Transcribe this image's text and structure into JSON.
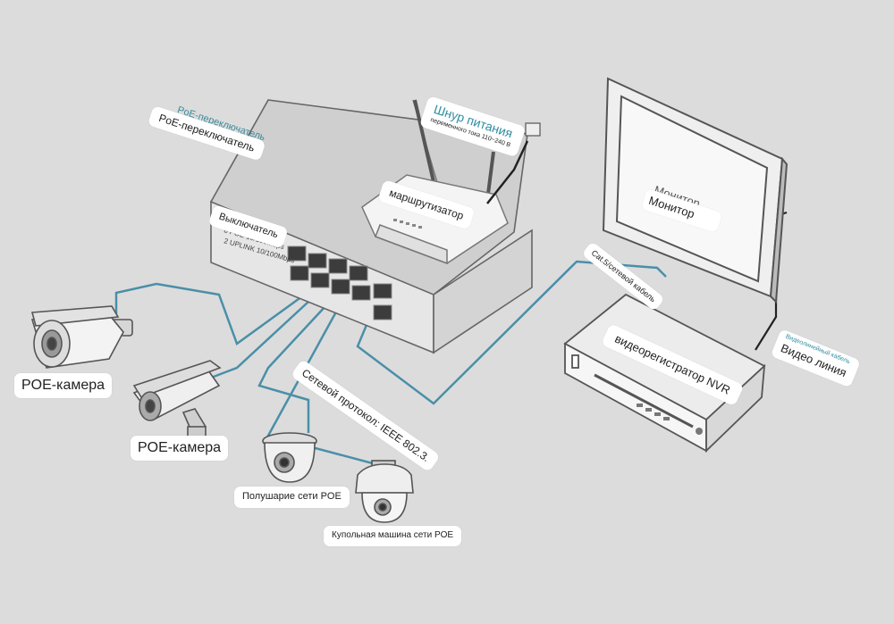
{
  "labels": {
    "poe_switch_small": "PoE-переключатель",
    "poe_switch": "PoE-переключатель",
    "switch": "Выключатель",
    "power_cord_title": "Шнур питания",
    "power_cord_sub": "переменного тока 110~240 В",
    "router": "маршрутизатор",
    "monitor_1": "Монитор",
    "monitor_2": "Монитор",
    "cat5": "Cat.5/сетевой кабель",
    "nvr": "видеорегистратор NVR",
    "video_cable_small": "Видеолинейный кабель",
    "video_line": "Видео линия",
    "protocol": "Сетевой протокол: IEEE 802.3.",
    "poe_camera_1": "POE-камера",
    "poe_camera_2": "POE-камера",
    "poe_hemisphere": "Полушарие сети POE",
    "poe_dome": "Купольная машина сети POE"
  },
  "colors": {
    "background": "#dcdcdc",
    "cable": "#4a8fa8",
    "line_art": "#555555",
    "label_bg": "#ffffff",
    "accent_text": "#2f8ea0"
  }
}
